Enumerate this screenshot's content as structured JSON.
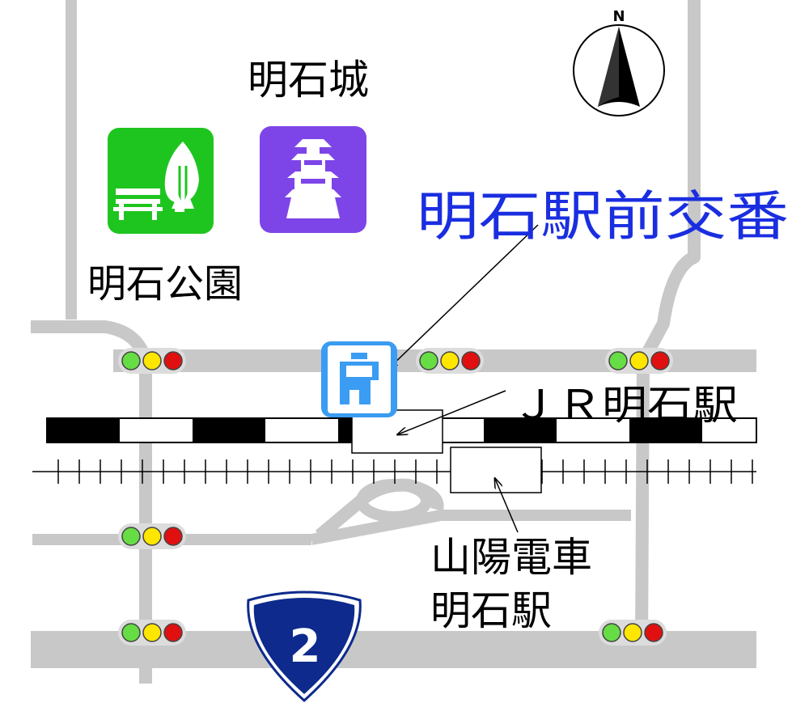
{
  "labels": {
    "castle": "明石城",
    "park": "明石公園",
    "police_box": "明石駅前交番",
    "jr_station": "ＪＲ明石駅",
    "sanyo_line1": "山陽電車",
    "sanyo_line2": "明石駅",
    "compass_north": "N",
    "route_number": "2"
  },
  "icons": {
    "park": "park-bench-tree-icon",
    "castle": "castle-icon",
    "police_box": "police-box-icon",
    "route_shield": "national-route-shield-icon",
    "compass": "north-compass-icon",
    "traffic_light": "traffic-signal-icon"
  },
  "colors": {
    "road": "#c8c8c8",
    "park_icon": "#1fc51f",
    "castle_icon": "#7d45e8",
    "police_icon": "#3a9cf2",
    "police_label": "#1a2ee0",
    "route_shield": "#0d2a8c",
    "signal_green": "#66dd44",
    "signal_yellow": "#ffe600",
    "signal_red": "#e01010"
  }
}
